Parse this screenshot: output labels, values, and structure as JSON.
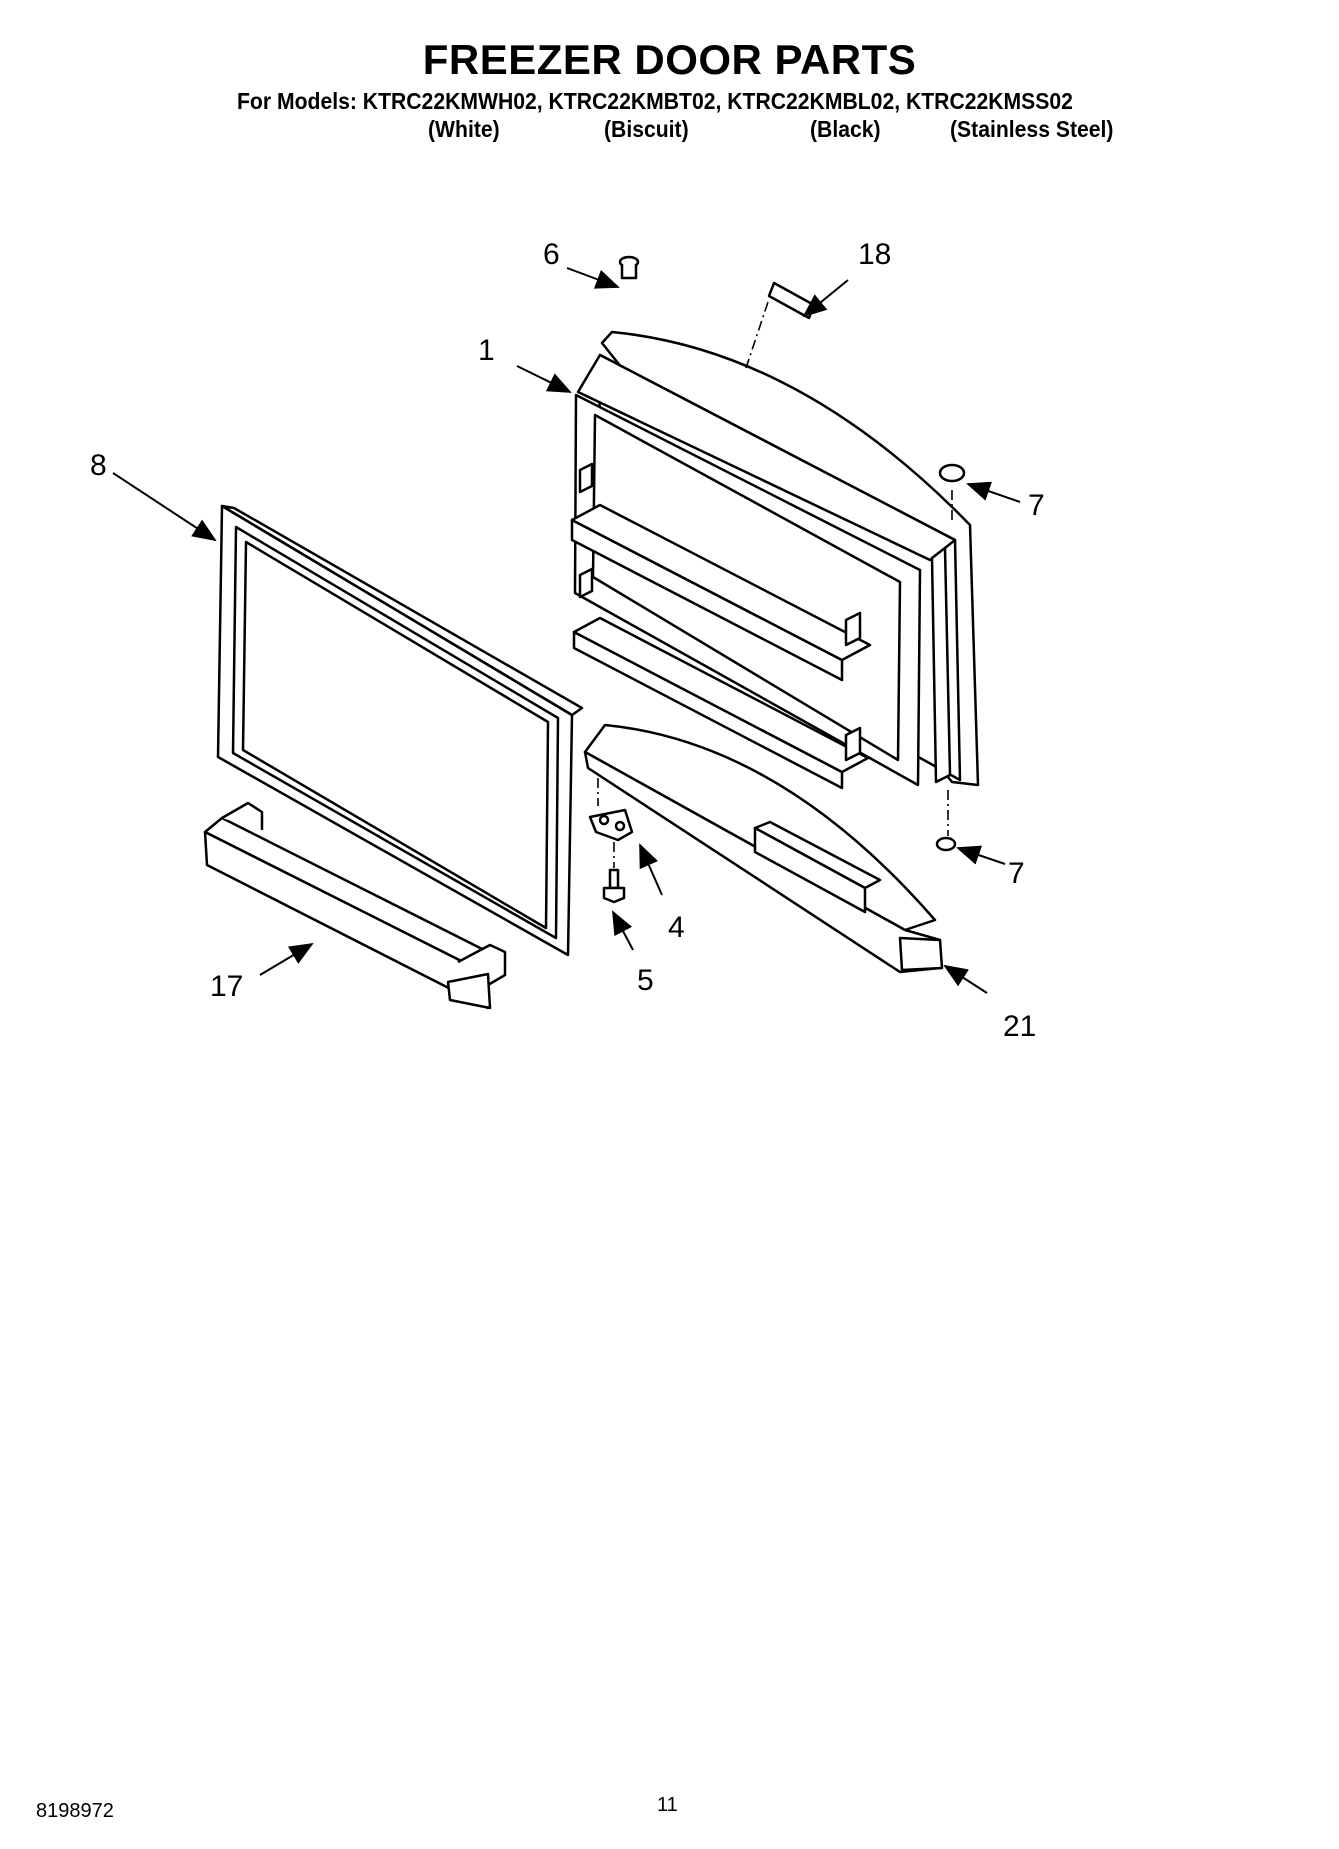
{
  "header": {
    "title": "FREEZER DOOR PARTS",
    "models_line": "For Models: KTRC22KMWH02, KTRC22KMBT02, KTRC22KMBL02, KTRC22KMSS02",
    "colors": [
      "(White)",
      "(Biscuit)",
      "(Black)",
      "(Stainless Steel)"
    ]
  },
  "callouts": {
    "door_panel": "1",
    "screw": "5",
    "hinge": "4",
    "door_stop": "6",
    "plug_top": "7",
    "plug_bottom": "7",
    "gasket": "8",
    "shelf": "17",
    "label": "18",
    "handle": "21"
  },
  "footer": {
    "doc_number": "8198972",
    "page_number": "11"
  }
}
